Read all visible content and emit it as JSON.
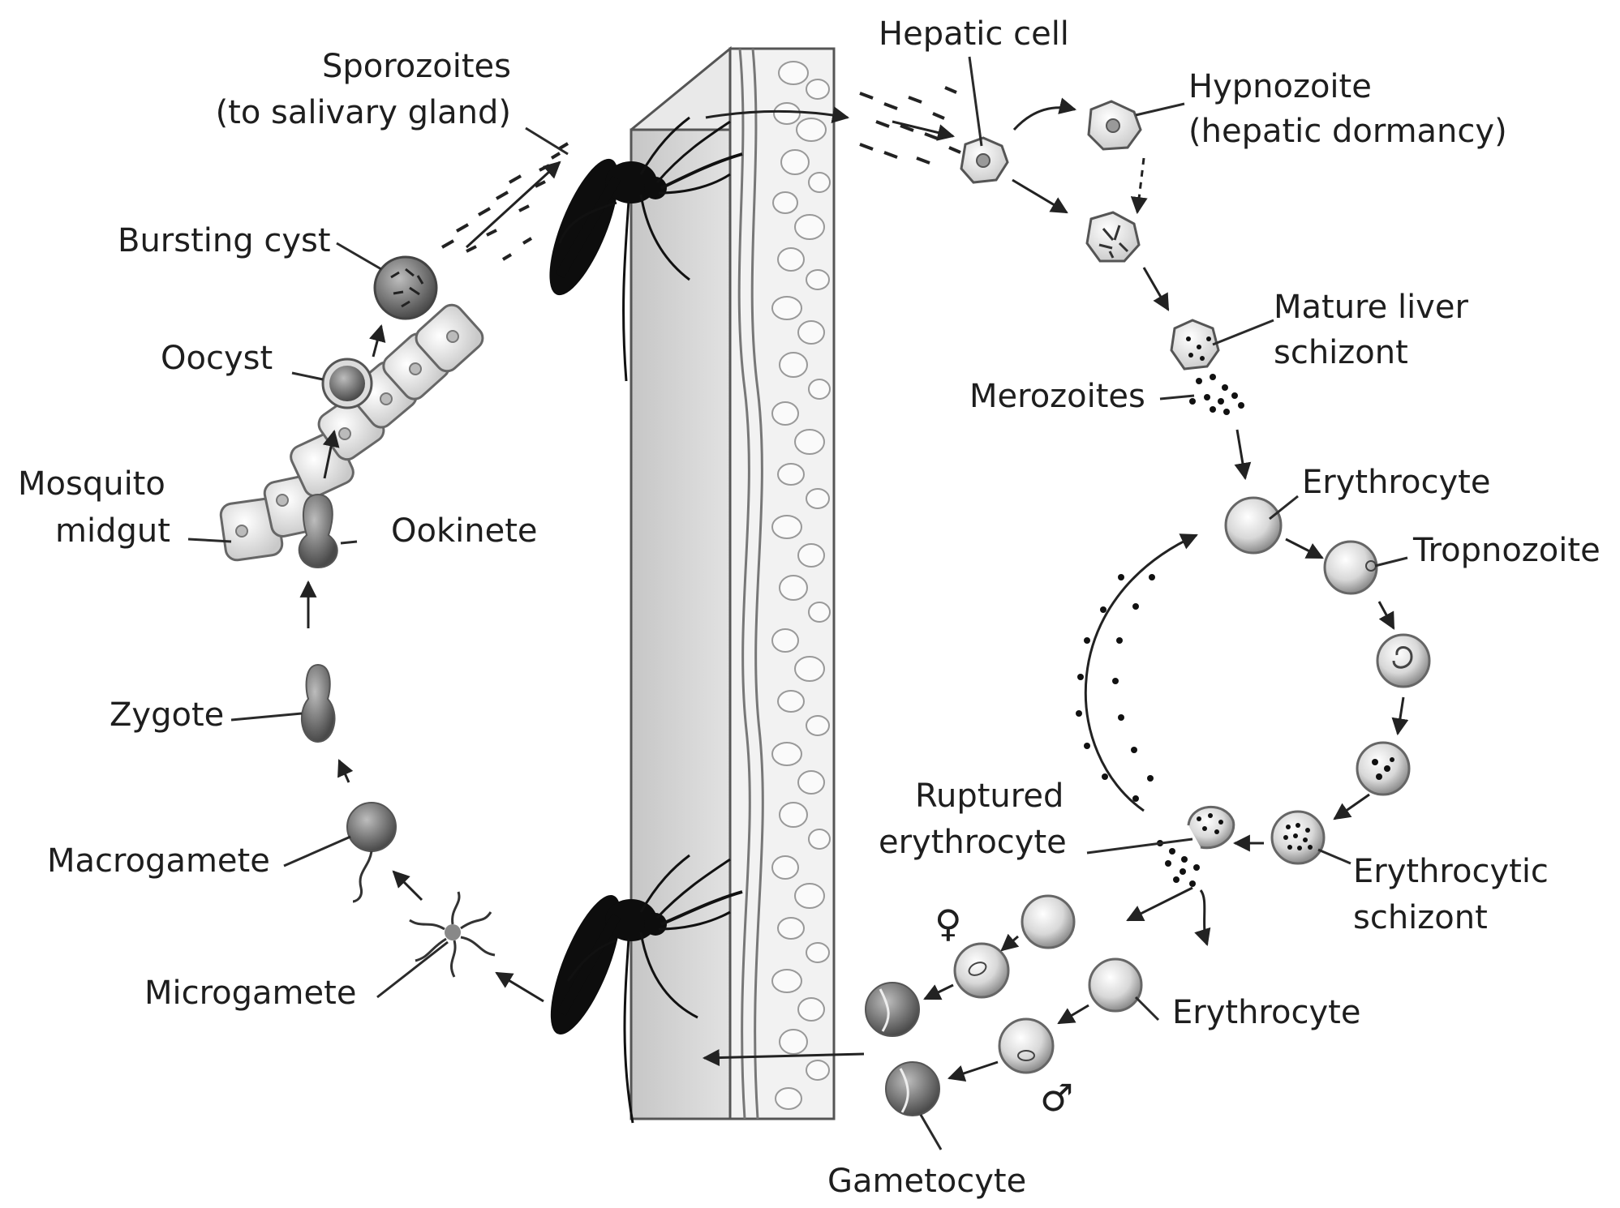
{
  "labels": {
    "sporozoites": "Sporozoites",
    "sporozoites_sub": "(to salivary gland)",
    "bursting_cyst": "Bursting cyst",
    "oocyst": "Oocyst",
    "mosquito_midgut_1": "Mosquito",
    "mosquito_midgut_2": "midgut",
    "ookinete": "Ookinete",
    "zygote": "Zygote",
    "macrogamete": "Macrogamete",
    "microgamete": "Microgamete",
    "hepatic_cell": "Hepatic cell",
    "hypnozoite": "Hypnozoite",
    "hypnozoite_sub": "(hepatic dormancy)",
    "mature_liver_1": "Mature liver",
    "mature_liver_2": "schizont",
    "merozoites": "Merozoites",
    "erythrocyte_top": "Erythrocyte",
    "tropnozoite": "Tropnozoite",
    "ruptured_1": "Ruptured",
    "ruptured_2": "erythrocyte",
    "ery_schizont_1": "Erythrocytic",
    "ery_schizont_2": "schizont",
    "erythrocyte_bottom": "Erythrocyte",
    "gametocyte": "Gametocyte",
    "female_symbol": "♀",
    "male_symbol": "♂"
  },
  "colors": {
    "background": "#ffffff",
    "ink": "#1e1e1e",
    "mosquito": "#0d0d0d",
    "skin_panel": "#d4d4d4",
    "cell_fill": "#e6e6e6",
    "parasite_dark": "#6e6e6e"
  }
}
